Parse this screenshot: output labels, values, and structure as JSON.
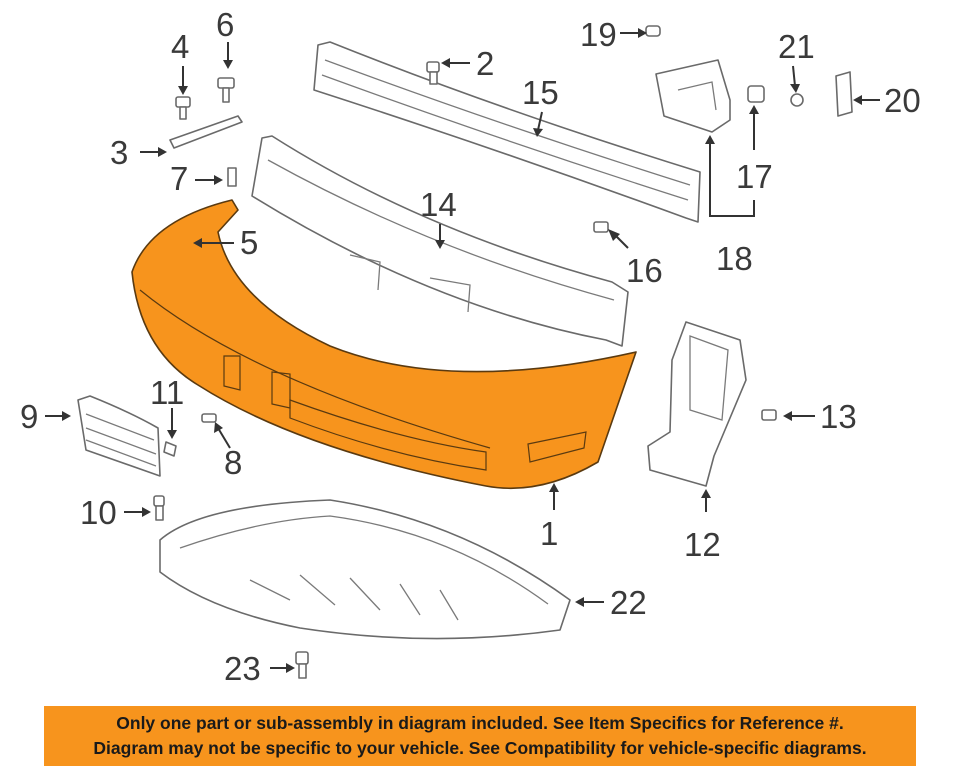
{
  "diagram": {
    "highlight_color": "#f7941d",
    "callouts": [
      "1",
      "2",
      "3",
      "4",
      "5",
      "6",
      "7",
      "8",
      "9",
      "10",
      "11",
      "12",
      "13",
      "14",
      "15",
      "16",
      "17",
      "18",
      "19",
      "20",
      "21",
      "22",
      "23"
    ]
  },
  "banner": {
    "line1": "Only one part or sub-assembly in diagram included. See Item Specifics for Reference #.",
    "line2": "Diagram may not be specific to your vehicle. See Compatibility for vehicle-specific diagrams.",
    "color": "#f7941d"
  }
}
